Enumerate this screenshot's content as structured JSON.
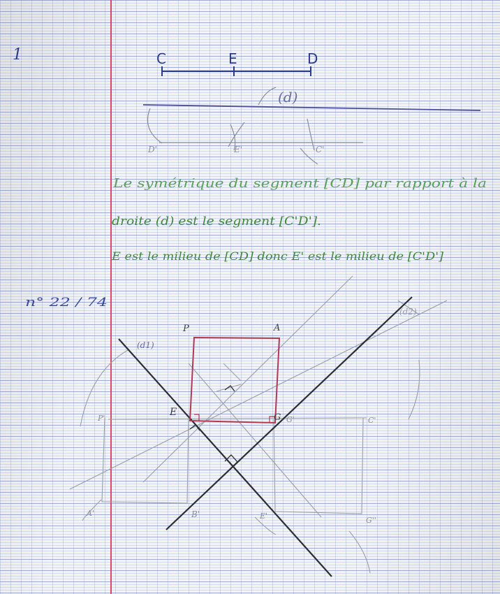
{
  "exercise1": {
    "number": "1",
    "segment_labels": {
      "c": "C",
      "e": "E",
      "d": "D"
    },
    "line_label": "(d)",
    "image_labels": {
      "d_prime": "D'",
      "e_prime": "E'",
      "c_prime": "C'"
    },
    "sentence_1a": "Le symétrique du segment [CD] par rapport à la",
    "sentence_1b": "droite (d) est le segment [C'D'].",
    "sentence_2": "E est le milieu de [CD] donc E' est le milieu de [C'D']"
  },
  "exercise2": {
    "number": "n° 22 / 74",
    "labels": {
      "P": "P",
      "A": "A",
      "G": "G",
      "G_prime": "G'",
      "E": "E",
      "d1": "(d1)",
      "d2": "(d2)",
      "P_img": "P'",
      "A_img": "A'",
      "E_img": "E'",
      "G_img": "G''",
      "C_img": "C'",
      "B_img": "B'"
    }
  },
  "colors": {
    "ink_blue": "#2a3a8c",
    "ink_green": "#3f8a3a",
    "pencil": "#8a8f99",
    "square_red": "#b03a55",
    "margin_red": "#d8394a"
  }
}
